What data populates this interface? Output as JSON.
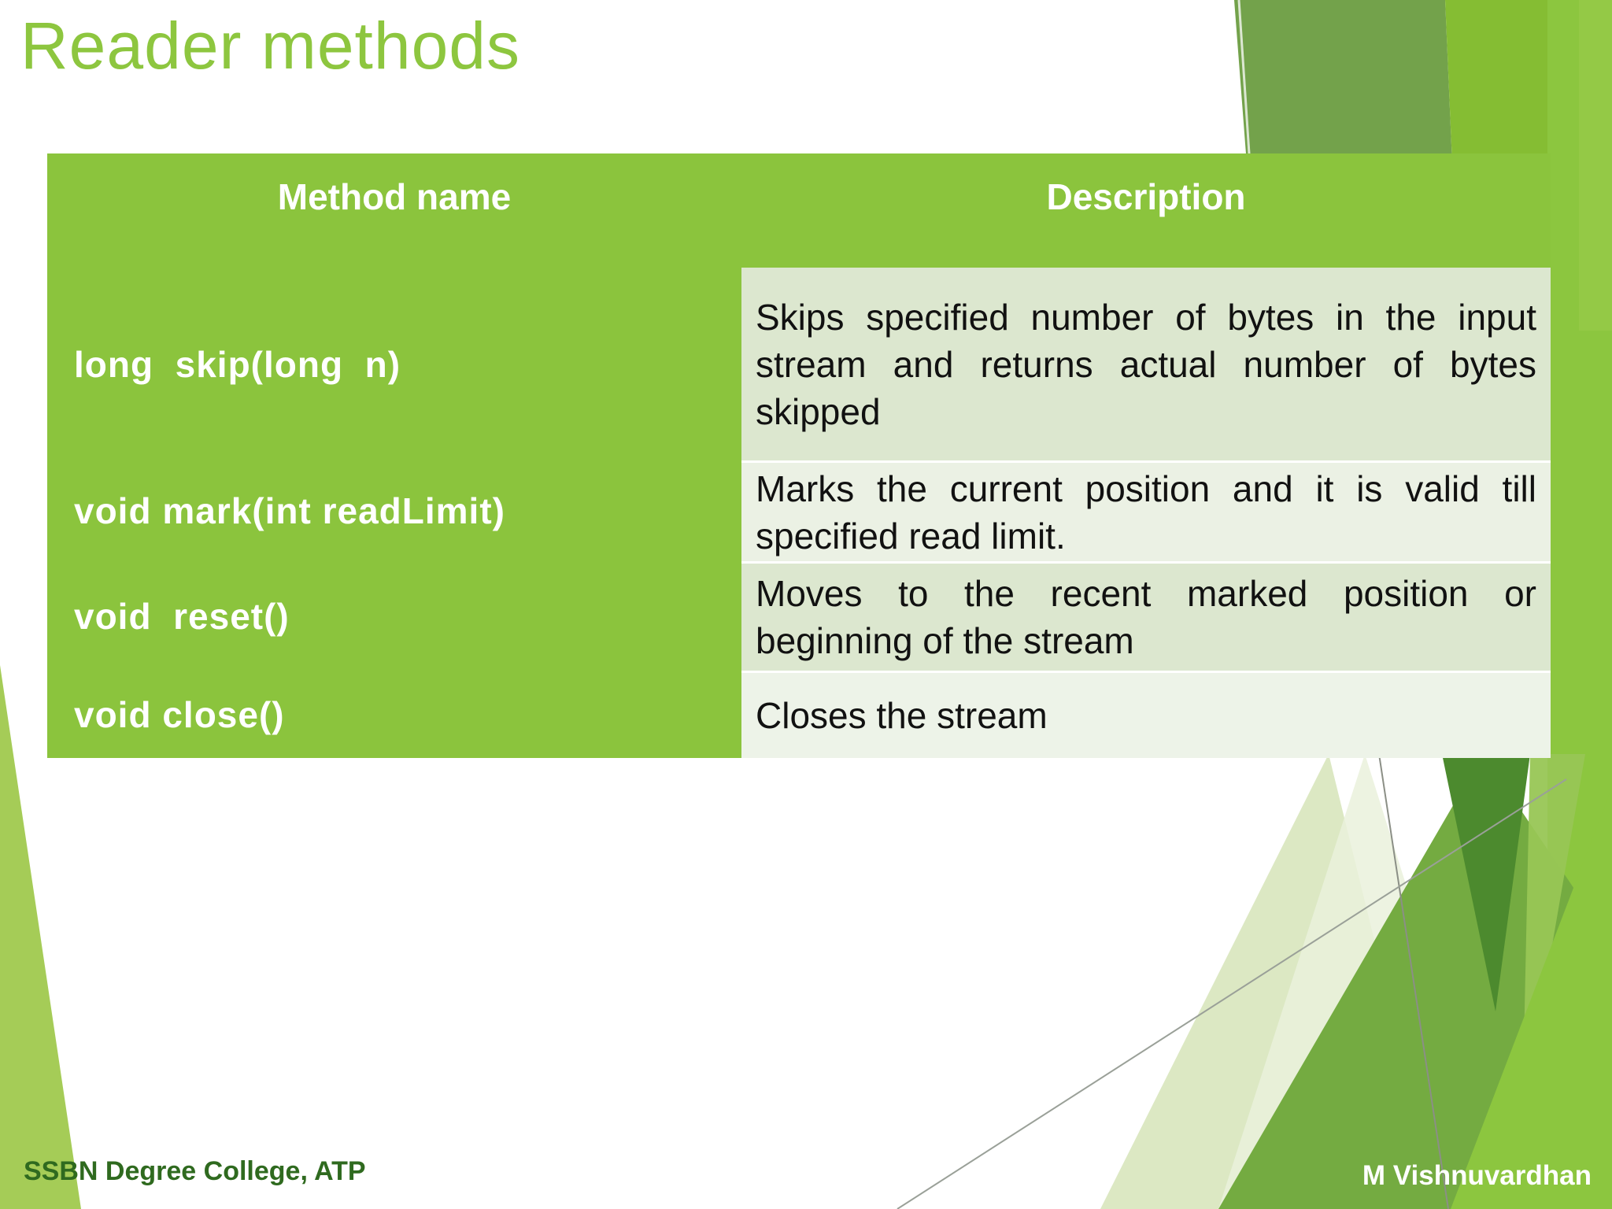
{
  "slide": {
    "title": "Reader methods",
    "footer_left": "SSBN Degree College, ATP",
    "footer_right": "M Vishnuvardhan"
  },
  "table": {
    "headers": [
      "Method name",
      "Description"
    ],
    "rows": [
      {
        "method": "long  skip(long  n)",
        "description": "Skips specified number of bytes in the input stream and returns actual number of bytes skipped"
      },
      {
        "method": "void mark(int readLimit)",
        "description": "Marks the current position and it is valid till specified read limit."
      },
      {
        "method": "void  reset()",
        "description": "Moves to the recent marked position or beginning of the stream"
      },
      {
        "method": "void close()",
        "description": "Closes the stream"
      }
    ]
  },
  "colors": {
    "table_green": "#8BC43D",
    "title_green": "#8DC63F",
    "row_shade_dark": "#DCE7CF",
    "row_shade_light": "#EBF1E4",
    "footer_text_green": "#2F6A1F",
    "decor_olive": "#73A24B",
    "decor_bright": "#85BD33",
    "decor_dark_triangle": "#4C8A2E",
    "decor_pale_triangle": "#DCE8C3",
    "decor_left_band": "#A5CC57"
  }
}
